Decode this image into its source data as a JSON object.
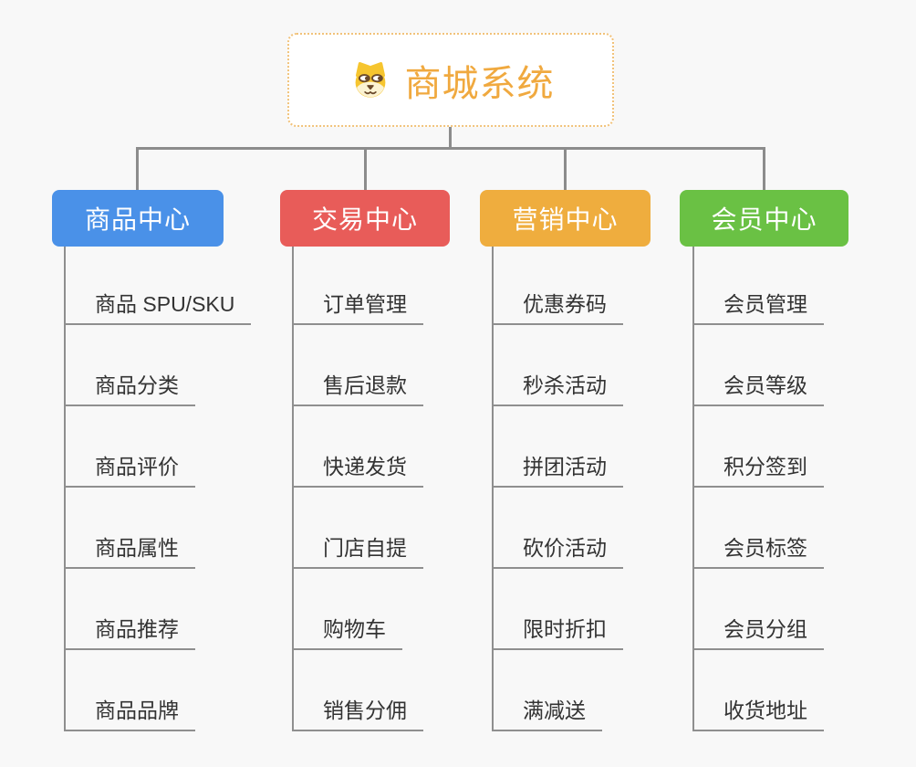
{
  "root": {
    "title": "商城系统",
    "icon": "dog-face-icon"
  },
  "branches": [
    {
      "label": "商品中心",
      "color": "#4A91E8",
      "items": [
        "商品 SPU/SKU",
        "商品分类",
        "商品评价",
        "商品属性",
        "商品推荐",
        "商品品牌"
      ]
    },
    {
      "label": "交易中心",
      "color": "#E85C59",
      "items": [
        "订单管理",
        "售后退款",
        "快递发货",
        "门店自提",
        "购物车",
        "销售分佣"
      ]
    },
    {
      "label": "营销中心",
      "color": "#EFAD3E",
      "items": [
        "优惠券码",
        "秒杀活动",
        "拼团活动",
        "砍价活动",
        "限时折扣",
        "满减送"
      ]
    },
    {
      "label": "会员中心",
      "color": "#6AC144",
      "items": [
        "会员管理",
        "会员等级",
        "积分签到",
        "会员标签",
        "会员分组",
        "收货地址"
      ]
    }
  ],
  "colors": {
    "background": "#F8F8F8",
    "connector": "#8C8C8C",
    "underline": "#8F8F8F",
    "root_text": "#F0A93F",
    "root_border": "#F1C27A",
    "leaf_text": "#333333"
  }
}
